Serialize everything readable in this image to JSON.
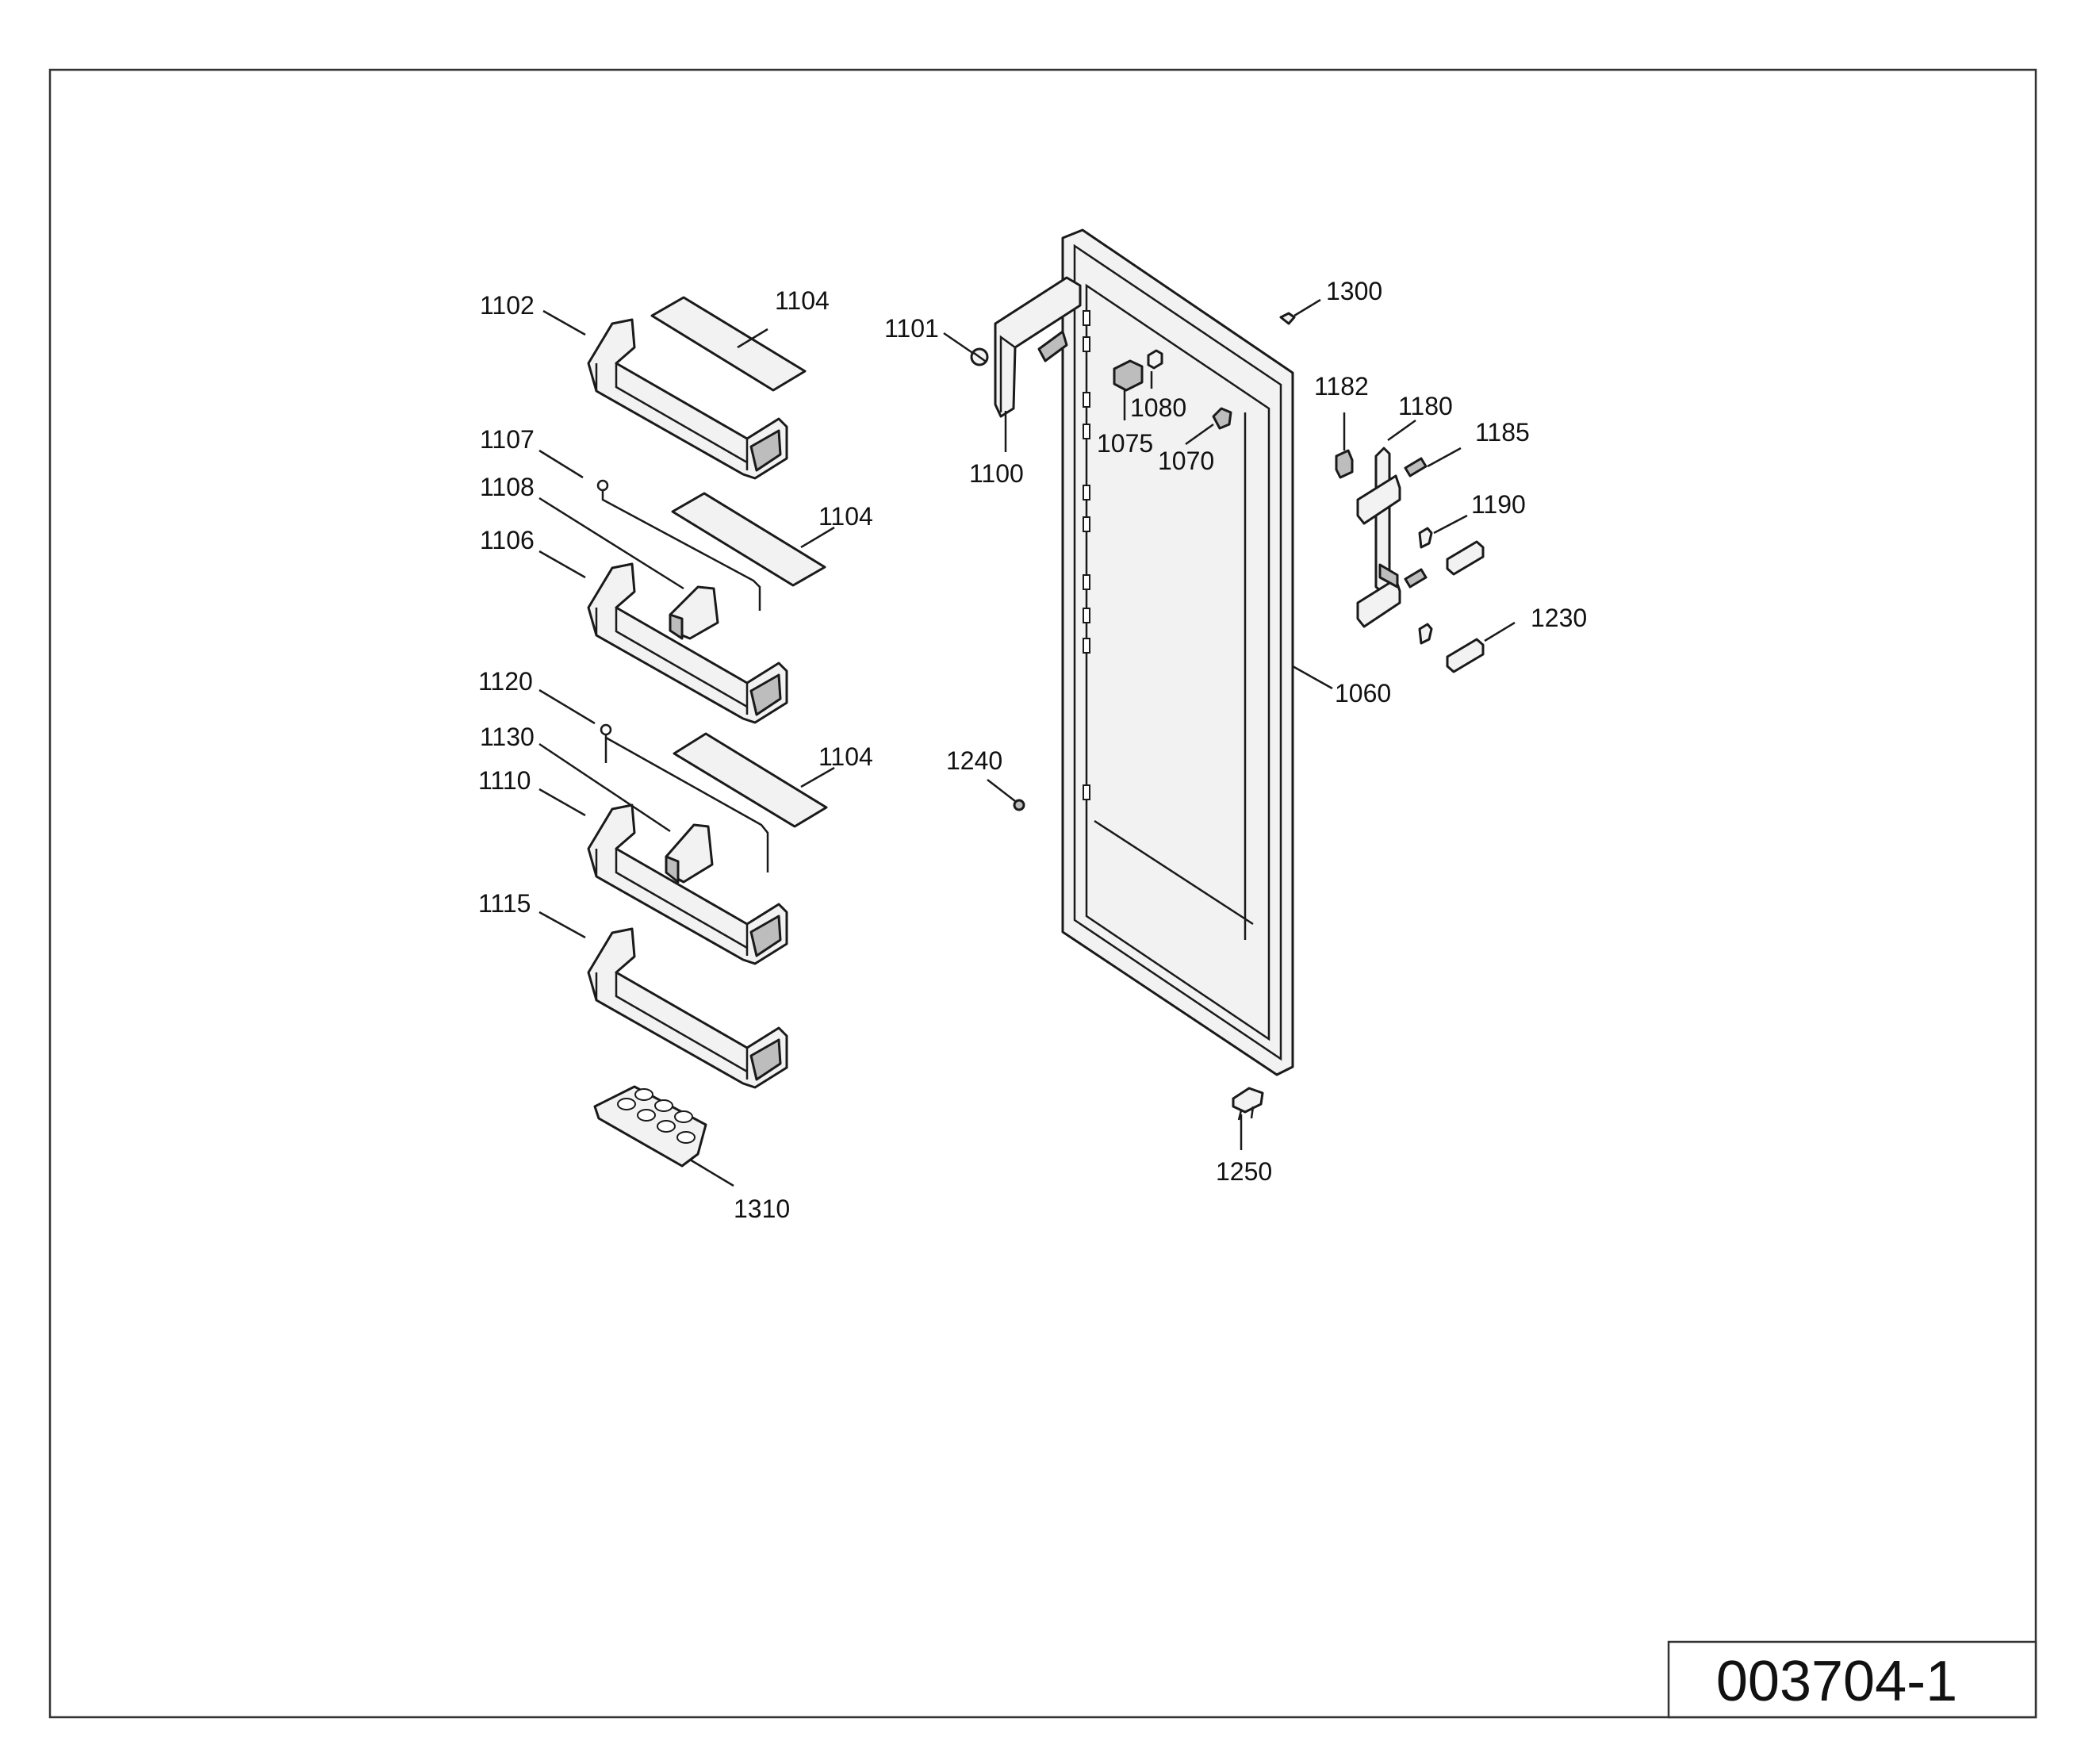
{
  "drawing_code": "003704-1",
  "callouts": {
    "c1102": "1102",
    "c1104a": "1104",
    "c1107": "1107",
    "c1108": "1108",
    "c1104b": "1104",
    "c1106": "1106",
    "c1120": "1120",
    "c1130": "1130",
    "c1104c": "1104",
    "c1110": "1110",
    "c1115": "1115",
    "c1310": "1310",
    "c1101": "1101",
    "c1100": "1100",
    "c1080": "1080",
    "c1075": "1075",
    "c1070": "1070",
    "c1300": "1300",
    "c1182": "1182",
    "c1180": "1180",
    "c1185": "1185",
    "c1190": "1190",
    "c1230": "1230",
    "c1060": "1060",
    "c1240": "1240",
    "c1250": "1250"
  }
}
